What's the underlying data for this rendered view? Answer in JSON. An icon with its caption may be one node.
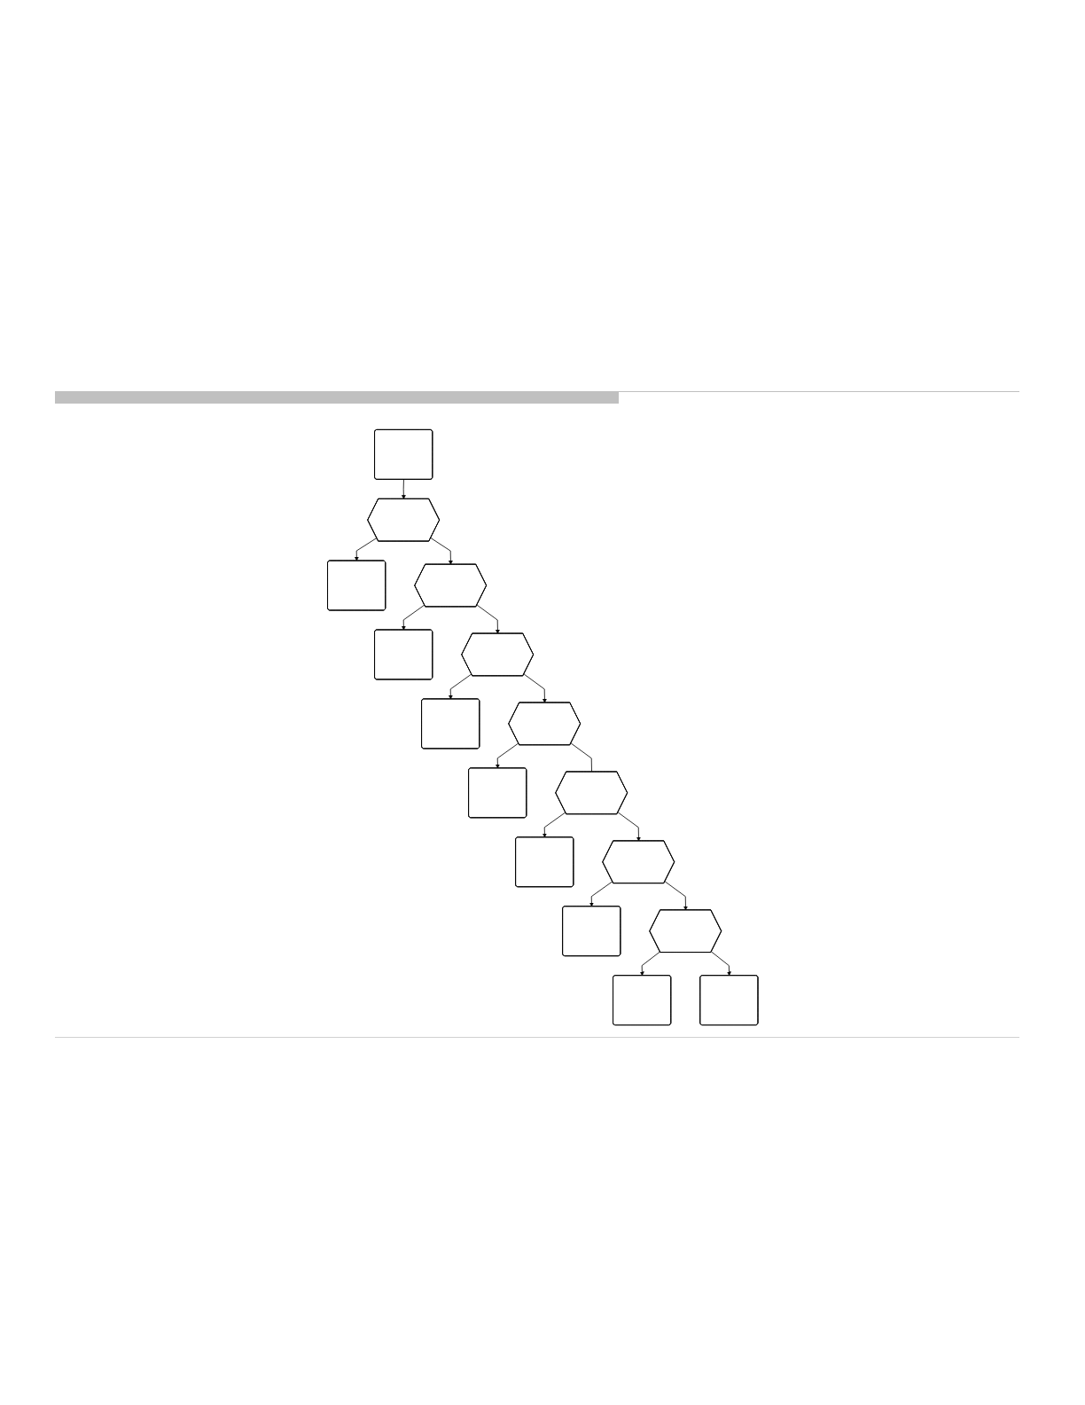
{
  "diagram": {
    "nodes": [
      {
        "text": [],
        "shape": "box"
      },
      {
        "text": [],
        "shape": "hexagon"
      },
      {
        "text": [],
        "shape": "box"
      },
      {
        "text": [],
        "shape": "hexagon"
      },
      {
        "text": [],
        "shape": "box"
      },
      {
        "text": [],
        "shape": "hexagon"
      },
      {
        "text": [],
        "shape": "box"
      },
      {
        "text": [],
        "shape": "hexagon"
      },
      {
        "text": [],
        "shape": "box"
      },
      {
        "text": [],
        "shape": "hexagon"
      },
      {
        "text": [],
        "shape": "box"
      },
      {
        "text": [],
        "shape": "hexagon"
      },
      {
        "text": [],
        "shape": "box"
      },
      {
        "text": [],
        "shape": "hexagon"
      },
      {
        "text": [],
        "shape": "box"
      },
      {
        "text": [],
        "shape": "box"
      }
    ],
    "edges": [
      {
        "from": 0,
        "to": 1,
        "arrow": "to"
      },
      {
        "from": 1,
        "to": 2,
        "arrow": "to"
      },
      {
        "from": 1,
        "to": 3,
        "arrow": "to"
      },
      {
        "from": 3,
        "to": 4,
        "arrow": "to"
      },
      {
        "from": 3,
        "to": 5,
        "arrow": "to"
      },
      {
        "from": 5,
        "to": 6,
        "arrow": "to"
      },
      {
        "from": 5,
        "to": 7,
        "arrow": "to"
      },
      {
        "from": 7,
        "to": 8,
        "arrow": "to"
      },
      {
        "from": 7,
        "to": 9,
        "arrow": "none"
      },
      {
        "from": 9,
        "to": 10,
        "arrow": "to"
      },
      {
        "from": 9,
        "to": 11,
        "arrow": "to"
      },
      {
        "from": 11,
        "to": 12,
        "arrow": "to"
      },
      {
        "from": 11,
        "to": 13,
        "arrow": "to"
      },
      {
        "from": 13,
        "to": 14,
        "arrow": "to"
      },
      {
        "from": 13,
        "to": 15,
        "arrow": "to"
      }
    ]
  }
}
